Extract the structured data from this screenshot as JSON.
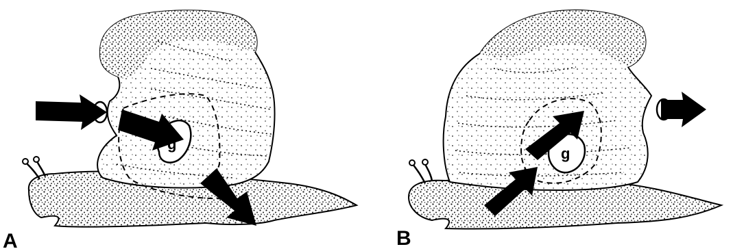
{
  "panels": [
    {
      "label": "A",
      "gland_label": "g"
    },
    {
      "label": "B",
      "gland_label": "g"
    }
  ],
  "colors": {
    "ink": "#000000",
    "body_fill": "#ffffff",
    "stipple": "#1a1a1a"
  }
}
